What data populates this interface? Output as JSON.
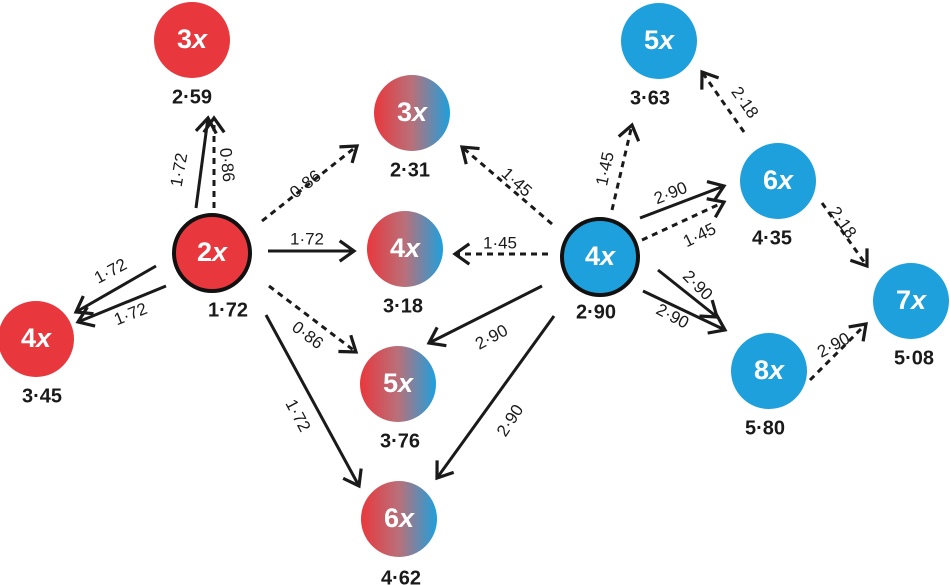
{
  "colors": {
    "red": "#e8383d",
    "blue": "#1ea0dc",
    "edge": "#1a1a1a"
  },
  "nodes": [
    {
      "id": "r2",
      "label": "2",
      "var": "x",
      "value": "1·72",
      "fill": "red",
      "outlined": true
    },
    {
      "id": "r3",
      "label": "3",
      "var": "x",
      "value": "2·59",
      "fill": "red"
    },
    {
      "id": "r4",
      "label": "4",
      "var": "x",
      "value": "3·45",
      "fill": "red"
    },
    {
      "id": "m3",
      "label": "3",
      "var": "x",
      "value": "2·31",
      "fill": "gradient"
    },
    {
      "id": "m4",
      "label": "4",
      "var": "x",
      "value": "3·18",
      "fill": "gradient"
    },
    {
      "id": "m5",
      "label": "5",
      "var": "x",
      "value": "3·76",
      "fill": "gradient"
    },
    {
      "id": "m6",
      "label": "6",
      "var": "x",
      "value": "4·62",
      "fill": "gradient"
    },
    {
      "id": "b4",
      "label": "4",
      "var": "x",
      "value": "2·90",
      "fill": "blue",
      "outlined": true
    },
    {
      "id": "b5",
      "label": "5",
      "var": "x",
      "value": "3·63",
      "fill": "blue"
    },
    {
      "id": "b6",
      "label": "6",
      "var": "x",
      "value": "4·35",
      "fill": "blue"
    },
    {
      "id": "b7",
      "label": "7",
      "var": "x",
      "value": "5·08",
      "fill": "blue"
    },
    {
      "id": "b8",
      "label": "8",
      "var": "x",
      "value": "5·80",
      "fill": "blue"
    }
  ],
  "edges": [
    {
      "from": "r2",
      "to": "r3",
      "label": "1·72",
      "style": "solid"
    },
    {
      "from": "r2",
      "to": "r3",
      "label": "0·86",
      "style": "dashed"
    },
    {
      "from": "r2",
      "to": "r4",
      "label": "1·72",
      "style": "solid"
    },
    {
      "from": "r2",
      "to": "r4",
      "label": "1·72",
      "style": "solid"
    },
    {
      "from": "r2",
      "to": "m3",
      "label": "0·86",
      "style": "dashed"
    },
    {
      "from": "r2",
      "to": "m4",
      "label": "1·72",
      "style": "solid"
    },
    {
      "from": "r2",
      "to": "m5",
      "label": "0·86",
      "style": "dashed"
    },
    {
      "from": "r2",
      "to": "m6",
      "label": "1·72",
      "style": "solid"
    },
    {
      "from": "b4",
      "to": "m3",
      "label": "1·45",
      "style": "dashed"
    },
    {
      "from": "b4",
      "to": "m4",
      "label": "1·45",
      "style": "dashed"
    },
    {
      "from": "b4",
      "to": "m5",
      "label": "2·90",
      "style": "solid"
    },
    {
      "from": "b4",
      "to": "m6",
      "label": "2·90",
      "style": "solid"
    },
    {
      "from": "b4",
      "to": "b5",
      "label": "1·45",
      "style": "dashed"
    },
    {
      "from": "b4",
      "to": "b6",
      "label": "2·90",
      "style": "solid"
    },
    {
      "from": "b4",
      "to": "b6",
      "label": "1·45",
      "style": "dashed"
    },
    {
      "from": "b4",
      "to": "b8",
      "label": "2·90",
      "style": "solid"
    },
    {
      "from": "b4",
      "to": "b8",
      "label": "2·90",
      "style": "solid"
    },
    {
      "from": "b6",
      "to": "b5",
      "label": "2·18",
      "style": "dashed"
    },
    {
      "from": "b6",
      "to": "b7",
      "label": "2·18",
      "style": "dashed"
    },
    {
      "from": "b8",
      "to": "b7",
      "label": "2·90",
      "style": "dashed"
    }
  ]
}
